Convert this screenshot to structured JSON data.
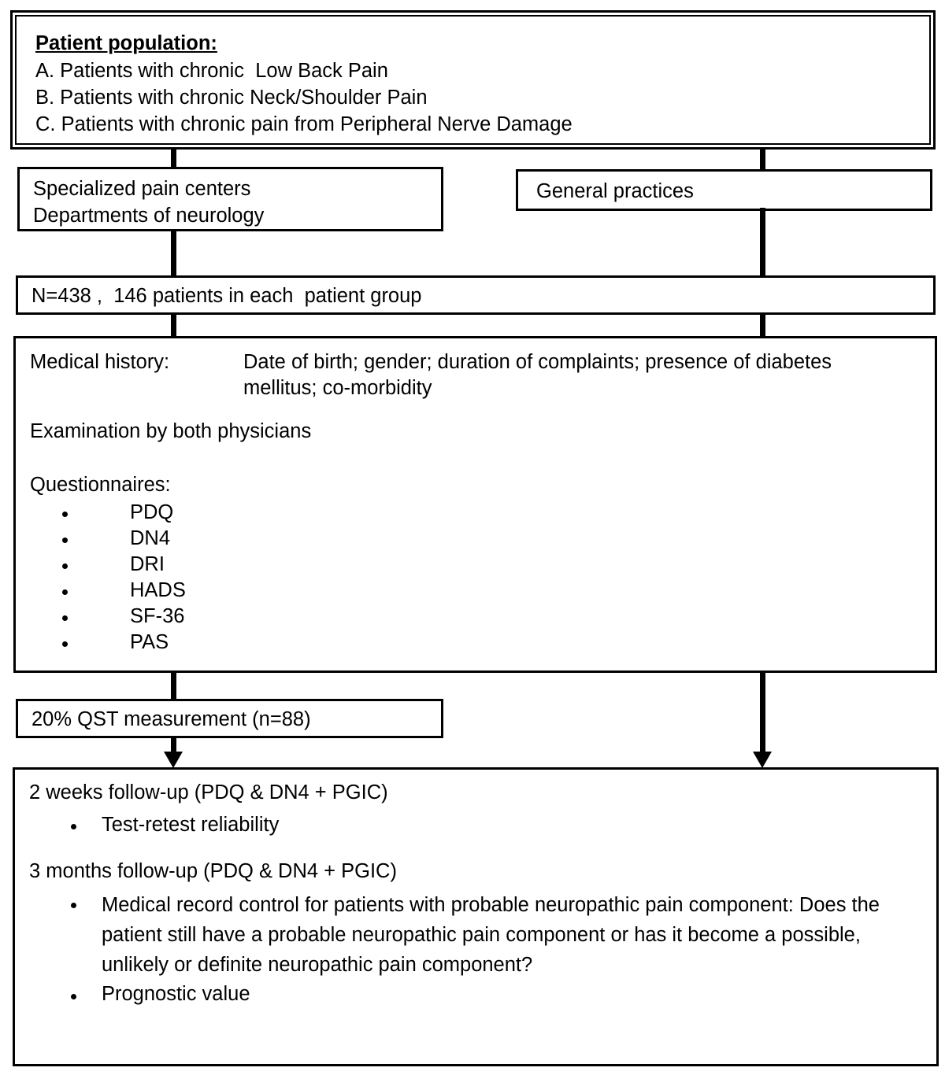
{
  "diagram": {
    "title": "Study design flowchart",
    "colors": {
      "stroke": "#000000",
      "background": "#ffffff",
      "text": "#000000"
    },
    "nodes": {
      "patient_population": {
        "heading": "Patient population:",
        "lines": [
          "A. Patients with chronic  Low Back Pain",
          "B. Patients with chronic Neck/Shoulder Pain",
          "C. Patients with chronic pain from Peripheral Nerve Damage"
        ]
      },
      "specialized_centers": {
        "line1": "Specialized pain centers",
        "line2": "Departments of neurology"
      },
      "general_practices": {
        "label": "General practices"
      },
      "sample_size": {
        "label": "N=438 ,  146 patients in each  patient group"
      },
      "assessment": {
        "medical_history_label": "Medical history:",
        "medical_history_text": "Date of birth; gender; duration of complaints; presence of diabetes mellitus; co-morbidity",
        "examination": "Examination by both physicians",
        "questionnaires_label": "Questionnaires:",
        "questionnaires": [
          "PDQ",
          "DN4",
          "DRI",
          "HADS",
          "SF-36",
          "PAS"
        ]
      },
      "qst": {
        "label": "20% QST measurement (n=88)"
      },
      "follow_up": {
        "two_weeks_label": "2 weeks follow-up (PDQ & DN4 + PGIC)",
        "two_weeks_bullets": [
          "Test-retest reliability"
        ],
        "three_months_label": "3 months follow-up (PDQ & DN4 + PGIC)",
        "three_months_bullets": [
          "Medical record control for patients with probable neuropathic pain component: Does the patient still have a probable neuropathic pain component or has it become a possible, unlikely or definite neuropathic pain component?",
          "Prognostic value"
        ]
      }
    }
  }
}
